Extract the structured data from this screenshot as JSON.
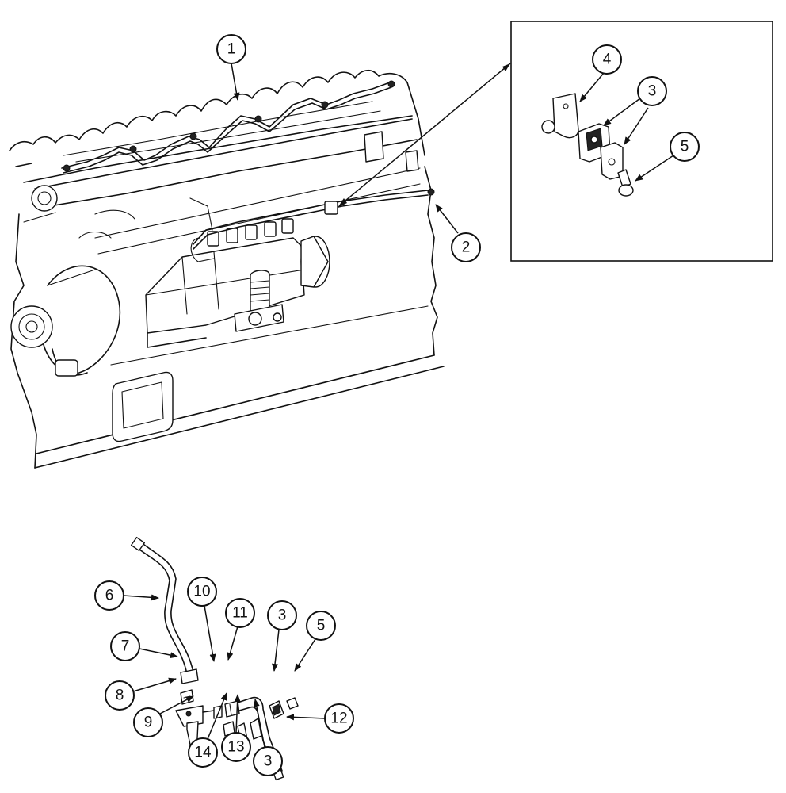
{
  "callouts": {
    "c1": "1",
    "c2": "2",
    "c3a": "3",
    "c3b": "3",
    "c4": "4",
    "c5a": "5",
    "c6": "6",
    "c7": "7",
    "c8": "8",
    "c9": "9",
    "c10": "10",
    "c11": "11",
    "c3c": "3",
    "c5b": "5",
    "c12": "12",
    "c13": "13",
    "c14": "14",
    "c3d": "3"
  }
}
